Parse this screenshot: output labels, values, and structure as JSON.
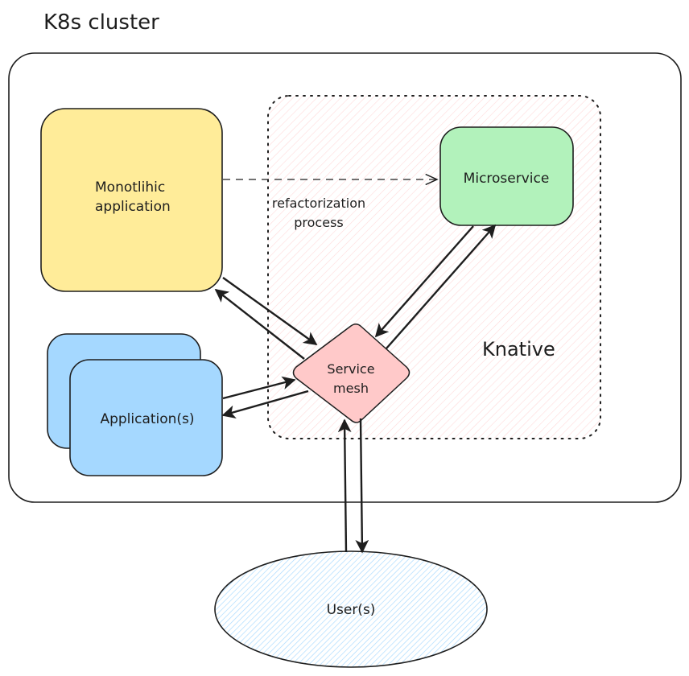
{
  "diagram": {
    "title": "K8s cluster",
    "colors": {
      "stroke": "#1e1e1e",
      "monolith_fill": "#ffec99",
      "microservice_fill": "#b2f2bb",
      "applications_fill": "#a5d8ff",
      "service_mesh_fill": "#ffc9c9",
      "knative_hatch": "#ffc9c9",
      "users_hatch": "#a5d8ff"
    },
    "nodes": {
      "monolith": {
        "line1": "Monotlihic",
        "line2": "application"
      },
      "microservice": {
        "label": "Microservice"
      },
      "applications": {
        "label": "Application(s)"
      },
      "service_mesh": {
        "line1": "Service",
        "line2": "mesh"
      },
      "users": {
        "label": "User(s)"
      },
      "knative": {
        "label": "Knative"
      }
    },
    "edges": {
      "refactor": {
        "line1": "refactorization",
        "line2": "process",
        "from": "monolith",
        "to": "microservice",
        "style": "dashed"
      },
      "list": [
        {
          "from": "monolith",
          "to": "service_mesh"
        },
        {
          "from": "service_mesh",
          "to": "monolith"
        },
        {
          "from": "microservice",
          "to": "service_mesh"
        },
        {
          "from": "service_mesh",
          "to": "microservice"
        },
        {
          "from": "applications",
          "to": "service_mesh"
        },
        {
          "from": "service_mesh",
          "to": "applications"
        },
        {
          "from": "users",
          "to": "service_mesh"
        },
        {
          "from": "service_mesh",
          "to": "users"
        }
      ]
    }
  }
}
